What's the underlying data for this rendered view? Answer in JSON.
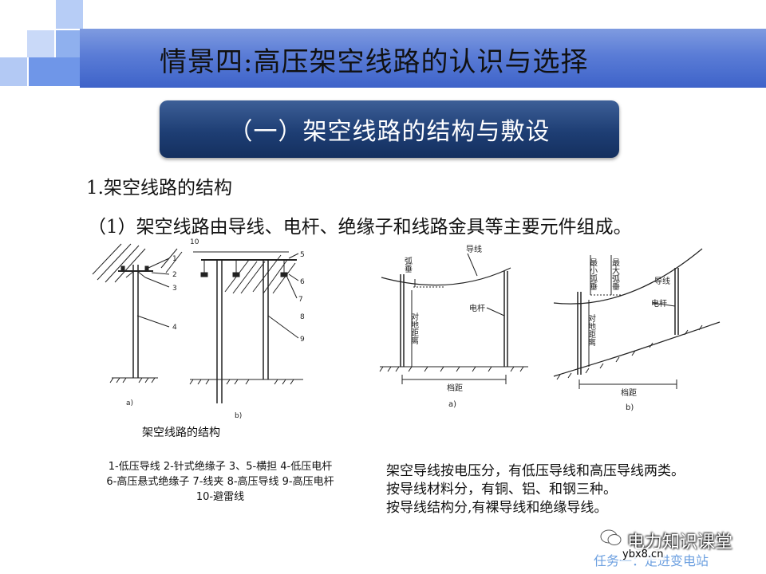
{
  "slide": {
    "title": "情景四:高压架空线路的认识与选择",
    "subtitle": "（一）架空线路的结构与敷设",
    "heading1": "1.架空线路的结构",
    "heading2": "（1）架空线路由导线、电杆、绝缘子和线路金具等主要元件组成。"
  },
  "figure_left": {
    "caption": "架空线路的结构",
    "legend": [
      "1-低压导线 2-针式绝缘子 3、5-横担 4-低压电杆",
      "6-高压悬式绝缘子 7-线夹 8-高压导线 9-高压电杆",
      "10-避雷线"
    ],
    "labels_a": [
      "1",
      "2",
      "3",
      "4"
    ],
    "labels_b": [
      "10",
      "5",
      "6",
      "7",
      "8",
      "9"
    ],
    "sublabel_a": "a)",
    "sublabel_b": "b)"
  },
  "figure_right": {
    "a": {
      "sag": "弧垂",
      "wire": "导线",
      "pole": "电杆",
      "ground_clearance": "对地距离",
      "span": "档距",
      "sublabel": "a)"
    },
    "b": {
      "max_sag": "最大弧垂",
      "min_sag": "最小弧垂",
      "wire": "导线",
      "pole": "电杆",
      "ground_clearance": "对地距离",
      "span": "档距",
      "sublabel": "b)"
    }
  },
  "info": [
    "架空导线按电压分，有低压导线和高压导线两类。",
    "按导线材料分，有铜、铝、和钢三种。",
    "按导线结构分,有裸导线和绝缘导线。"
  ],
  "watermark": {
    "brand": "电力知识课堂",
    "task_text": "任务一：走进变电站",
    "site": "ybx8.cn"
  },
  "colors": {
    "title_band": "#4a6ed0",
    "corner_square_light": "#a9c4f5",
    "corner_square_mid": "#6f96e8",
    "subtitle_box": "#1e3e74",
    "subtitle_text": "#ffffff"
  }
}
